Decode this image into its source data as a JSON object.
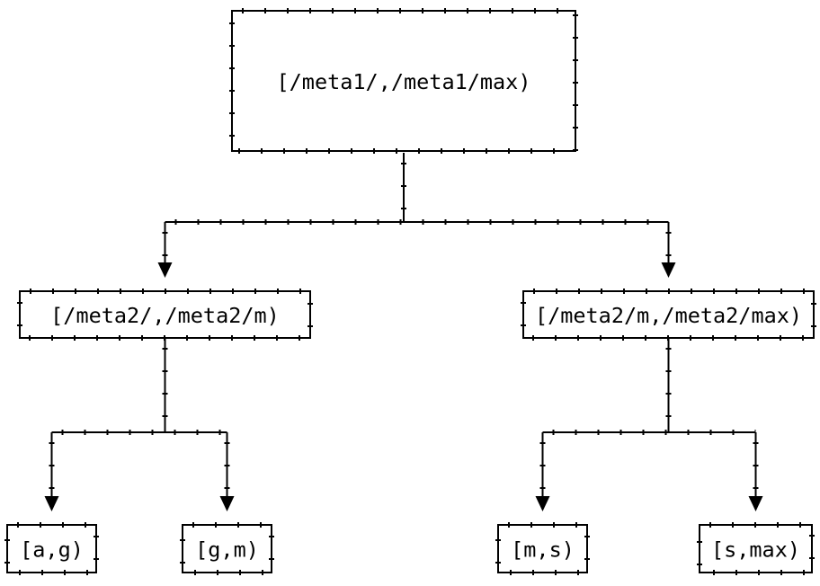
{
  "diagram": {
    "type": "binary-tree",
    "description": "Key range split tree diagram",
    "colors": {
      "background": "#ffffff",
      "line": "#000000",
      "box_fill": "#ffffff",
      "text": "#000000"
    },
    "arrow_style": "filled-triangle-down",
    "nodes": {
      "root": {
        "label": "[/meta1/,/meta1/max)"
      },
      "left": {
        "label": "[/meta2/,/meta2/m)"
      },
      "right": {
        "label": "[/meta2/m,/meta2/max)"
      },
      "leaf1": {
        "label": "[a,g)"
      },
      "leaf2": {
        "label": "[g,m)"
      },
      "leaf3": {
        "label": "[m,s)"
      },
      "leaf4": {
        "label": "[s,max)"
      }
    },
    "edges": [
      {
        "from": "root",
        "to": "left"
      },
      {
        "from": "root",
        "to": "right"
      },
      {
        "from": "left",
        "to": "leaf1"
      },
      {
        "from": "left",
        "to": "leaf2"
      },
      {
        "from": "right",
        "to": "leaf3"
      },
      {
        "from": "right",
        "to": "leaf4"
      }
    ]
  }
}
